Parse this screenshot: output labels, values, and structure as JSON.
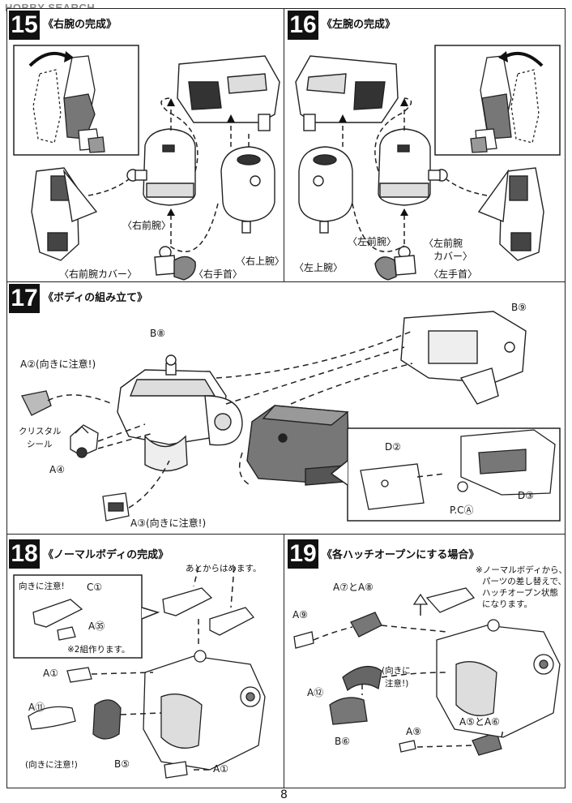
{
  "watermark": "HOBBY SEARCH",
  "page_number": "8",
  "steps": {
    "s15": {
      "number": "15",
      "title": "《右腕の完成》",
      "labels": {
        "forearm": "〈右前腕〉",
        "forearm_cover": "〈右前腕カバー〉",
        "hand": "〈右手首〉",
        "upper_arm": "〈右上腕〉"
      }
    },
    "s16": {
      "number": "16",
      "title": "《左腕の完成》",
      "labels": {
        "forearm": "〈左前腕〉",
        "forearm_cover_1": "〈左前腕",
        "forearm_cover_2": "カバー〉",
        "upper_arm": "〈左上腕〉",
        "hand": "〈左手首〉"
      }
    },
    "s17": {
      "number": "17",
      "title": "《ボディの組み立て》",
      "labels": {
        "b9": "B⑨",
        "b8": "B⑧",
        "a2": "A②(向きに注意!)",
        "crystal_1": "クリスタル",
        "crystal_2": "シール",
        "a4": "A④",
        "a3": "A③(向きに注意!)",
        "d2": "D②",
        "d3": "D③",
        "pca": "P.CⒶ"
      }
    },
    "s18": {
      "number": "18",
      "title": "《ノーマルボディの完成》",
      "labels": {
        "later": "あとからはめます。",
        "caution": "向きに注意!",
        "c1": "C①",
        "a35": "A㉟",
        "two_sets": "※2組作ります。",
        "a1_top": "A①",
        "a11": "A⑪",
        "caution2": "(向きに注意!)",
        "b5": "B⑤",
        "a1_bottom": "A①"
      }
    },
    "s19": {
      "number": "19",
      "title": "《各ハッチオープンにする場合》",
      "labels": {
        "note_1": "※ノーマルボディから、",
        "note_2": "パーツの差し替えで、",
        "note_3": "ハッチオープン状態",
        "note_4": "になります。",
        "a7a8": "A⑦とA⑧",
        "a9_top": "A⑨",
        "caution_1": "(向きに",
        "caution_2": "注意!)",
        "a12": "A⑫",
        "b6": "B⑥",
        "a9_bottom": "A⑨",
        "a5a6": "A⑤とA⑥"
      }
    }
  }
}
